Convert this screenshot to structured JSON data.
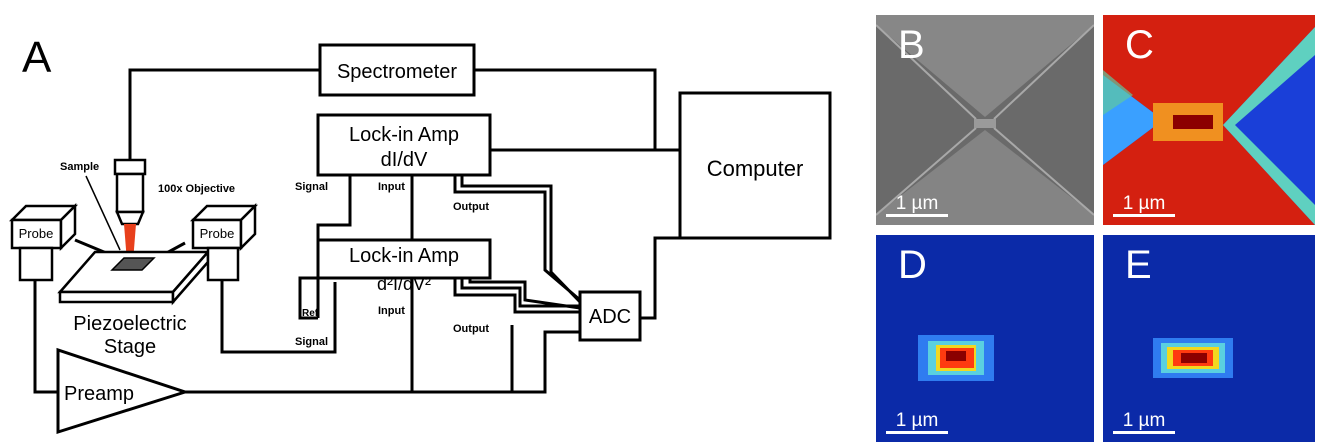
{
  "panel_a": {
    "letter": "A",
    "spectrometer": "Spectrometer",
    "lockin1": {
      "title": "Lock-in Amp",
      "sub": "dI/dV"
    },
    "lockin2": {
      "title": "Lock-in Amp",
      "sub": "d²I/dV²"
    },
    "computer": "Computer",
    "adc": "ADC",
    "preamp": "Preamp",
    "sample": "Sample",
    "objective": "100x Objective",
    "probe_left": "Probe",
    "probe_right": "Probe",
    "stage_line1": "Piezoelectric",
    "stage_line2": "Stage",
    "signal_1": "Signal",
    "input_1": "Input",
    "output_1": "Output",
    "ref": "Ref",
    "signal_2": "Signal",
    "input_2": "Input",
    "output_2": "Output"
  },
  "panels": [
    {
      "letter": "B",
      "scale": "1 µm"
    },
    {
      "letter": "C",
      "scale": "1 µm"
    },
    {
      "letter": "D",
      "scale": "1 µm"
    },
    {
      "letter": "E",
      "scale": "1 µm"
    }
  ],
  "colors": {
    "laser": "#e8401c",
    "map_dark_red": "#8b0000",
    "map_blue": "#0a1f9e"
  }
}
